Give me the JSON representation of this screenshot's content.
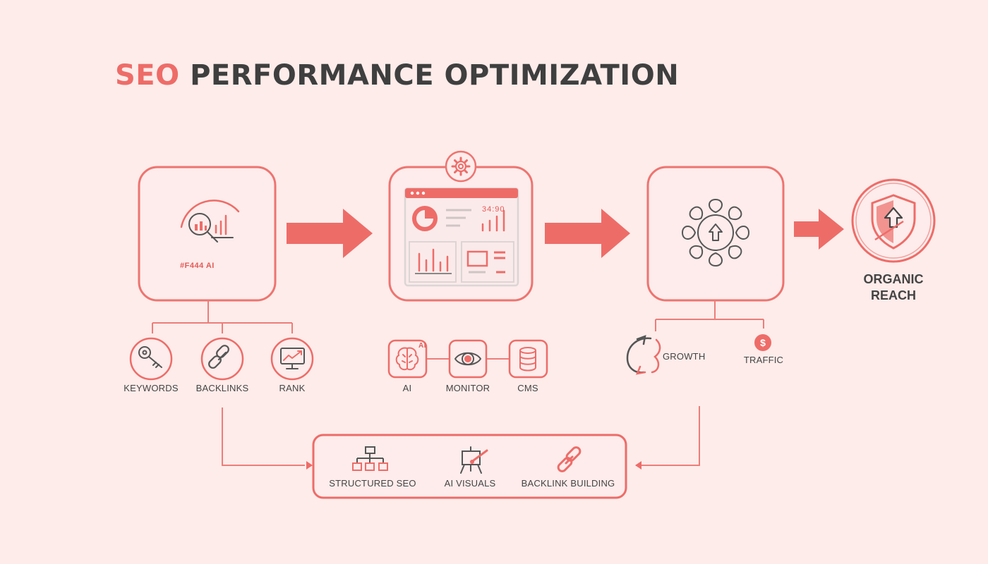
{
  "title": {
    "accent": "SEO",
    "main": "PERFORMANCE OPTIMIZATION"
  },
  "colors": {
    "accent": "#ee6c68",
    "background": "#fdecea",
    "text": "#444444"
  },
  "stages": [
    {
      "name": "research",
      "icon": "search-analytics-icon",
      "tag": "#F444 AI"
    },
    {
      "name": "dashboard",
      "icon": "dashboard-icon",
      "badge_icon": "gear-icon",
      "number": "34:90"
    },
    {
      "name": "growth",
      "icon": "flower-arrow-up-icon"
    },
    {
      "name": "result",
      "icon": "shield-arrow-up-icon",
      "label": "ORGANIC REACH"
    }
  ],
  "research_items": [
    {
      "label": "KEYWORDS",
      "icon": "key-icon"
    },
    {
      "label": "BACKLINKS",
      "icon": "link-icon"
    },
    {
      "label": "RANK",
      "icon": "monitor-chart-icon"
    }
  ],
  "dashboard_items": [
    {
      "label": "AI",
      "icon": "brain-icon",
      "tag": "AI"
    },
    {
      "label": "MONITOR",
      "icon": "eye-icon"
    },
    {
      "label": "CMS",
      "icon": "database-icon"
    }
  ],
  "growth_items": [
    {
      "label": "GROWTH",
      "icon": "cycle-arrow-icon"
    },
    {
      "label": "TRAFFIC",
      "icon": "dollar-icon"
    }
  ],
  "bottom_items": [
    {
      "label": "STRUCTURED SEO",
      "icon": "hierarchy-icon"
    },
    {
      "label": "AI VISUALS",
      "icon": "easel-brush-icon"
    },
    {
      "label": "BACKLINK BUILDING",
      "icon": "chain-link-icon"
    }
  ]
}
